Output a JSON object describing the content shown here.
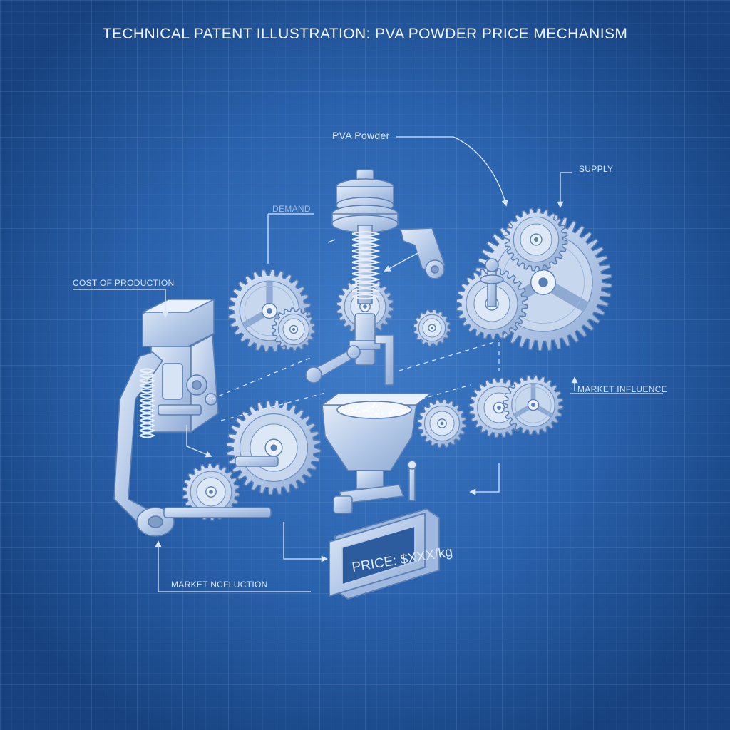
{
  "diagram": {
    "title": "TECHNICAL PATENT ILLUSTRATION: PVA POWDER PRICE MECHANISM",
    "labels": {
      "pva_powder": "PVA Powder",
      "supply": "SUPPLY",
      "demand": "DEMAND",
      "cost_of_production": "COST OF PRODUCTION",
      "market_influence_right": "MARKET INFLUENCE",
      "market_influence_bottom": "MARKET NCFLUCTION"
    },
    "price_display": "PRICE: $XXX/kg"
  },
  "colors": {
    "background": "#1f5296",
    "line": "#dbe8fb",
    "part_fill": "#b9cdea",
    "part_dark": "#7f9cc6"
  }
}
